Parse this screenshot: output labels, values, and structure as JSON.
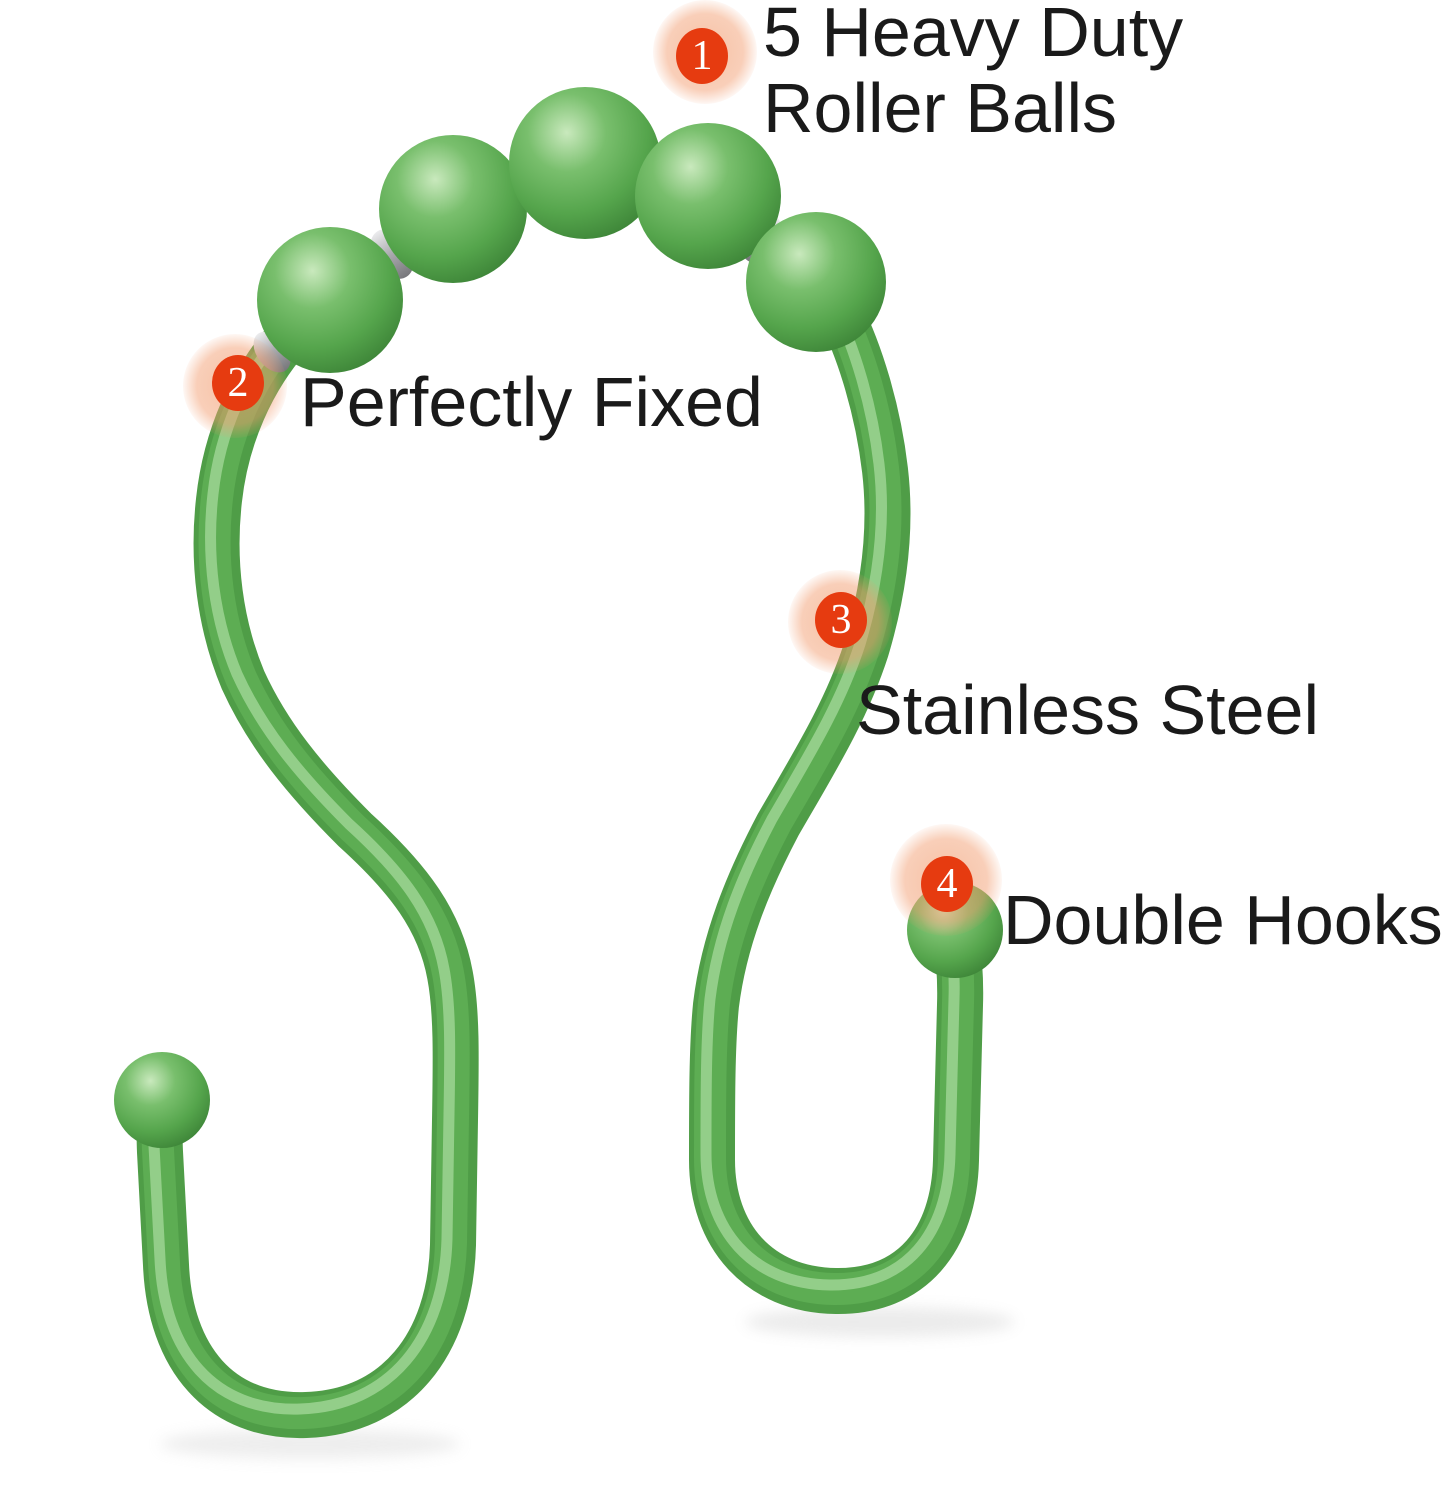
{
  "callouts": [
    {
      "number": "1",
      "label": "5 Heavy Duty\nRoller Balls"
    },
    {
      "number": "2",
      "label": "Perfectly Fixed"
    },
    {
      "number": "3",
      "label": "Stainless Steel"
    },
    {
      "number": "4",
      "label": "Double Hooks"
    }
  ],
  "product_features": {
    "roller_ball_count": 5,
    "hook_style": "double hook"
  },
  "colors": {
    "hook_green": "#5dad53",
    "hook_green_dark": "#4f9d47",
    "hook_green_light": "#a6da9b",
    "badge_red": "#e63b10",
    "glow_peach": "#f29a6c",
    "text_black": "#1a1a1a",
    "silver": "#b0b0b4",
    "background": "#ffffff"
  }
}
